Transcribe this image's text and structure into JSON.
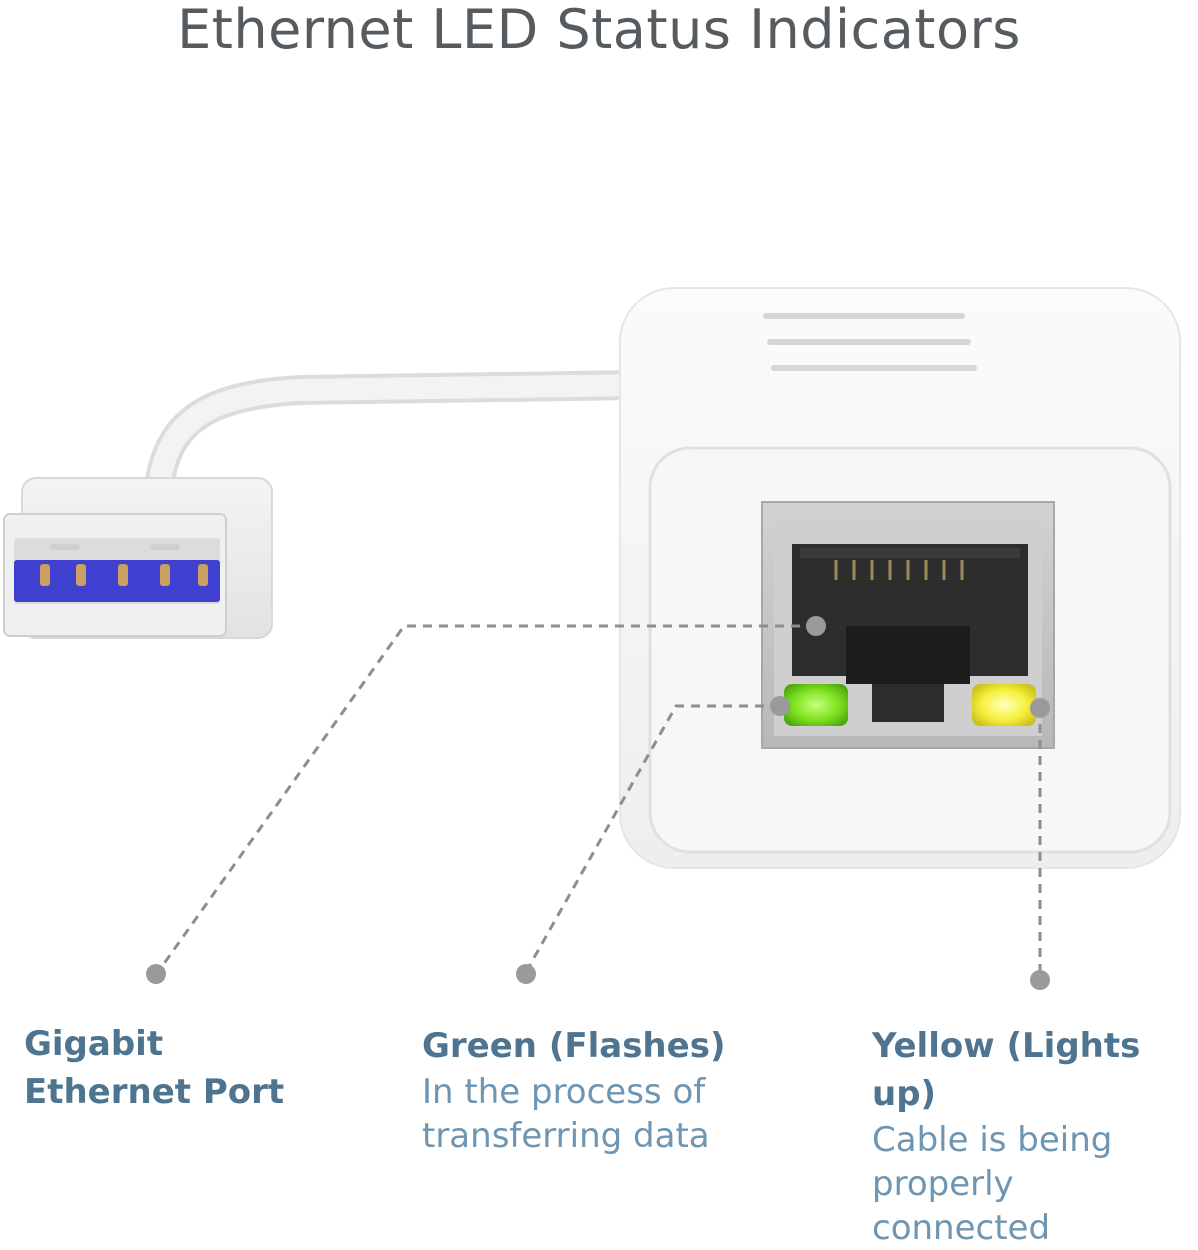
{
  "title": "Ethernet LED Status Indicators",
  "labels": {
    "port": {
      "line1": "Gigabit",
      "line2": "Ethernet Port"
    },
    "green": {
      "heading": "Green (Flashes)",
      "desc1": "In the process of",
      "desc2": "transferring data",
      "color": "#7ee21f"
    },
    "yellow": {
      "heading": "Yellow (Lights up)",
      "desc1": "Cable is being",
      "desc2": "properly connected",
      "color": "#f5f03a"
    }
  },
  "colors": {
    "title": "#555b5f",
    "label_heading": "#4f7490",
    "label_desc": "#6e95b2",
    "usb_tongue": "#3f3fd0",
    "leader_line": "#8e8e8e"
  }
}
